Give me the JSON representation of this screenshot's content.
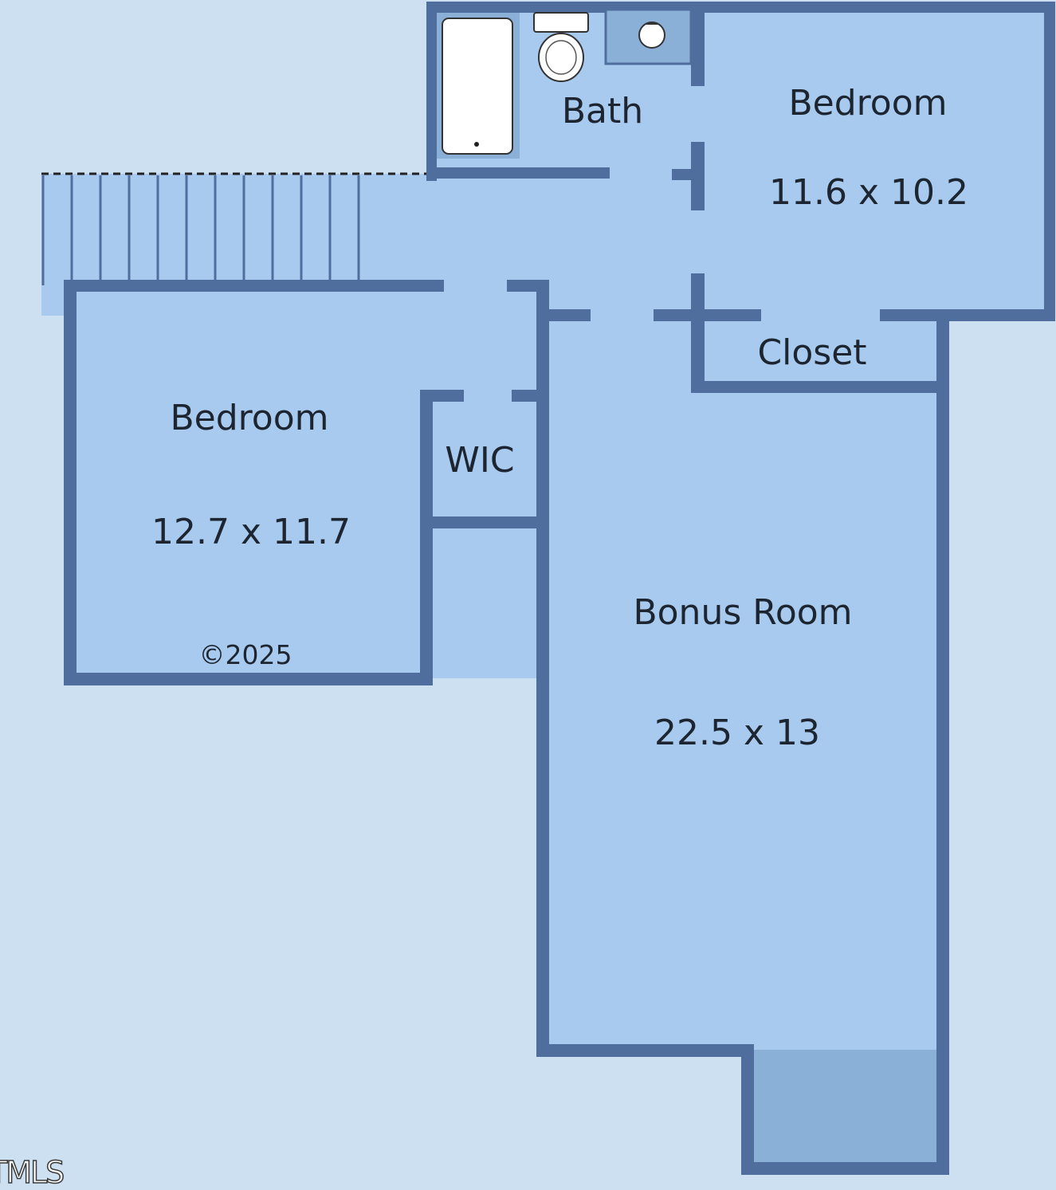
{
  "colors": {
    "background": "#cde0f1",
    "room_fill": "#a8caee",
    "wall": "#506e9d",
    "bump_out_fill": "#8ab0d8",
    "text": "#1d2530"
  },
  "rooms": {
    "bath": {
      "name": "Bath"
    },
    "bedroom_upper": {
      "name": "Bedroom",
      "dimensions": "11.6 x 10.2"
    },
    "bedroom_left": {
      "name": "Bedroom",
      "dimensions": "12.7 x 11.7"
    },
    "closet": {
      "name": "Closet"
    },
    "wic": {
      "name": "WIC"
    },
    "bonus_room": {
      "name": "Bonus Room",
      "dimensions": "22.5 x 13"
    }
  },
  "copyright": "©2025",
  "watermark": "TMLS",
  "icons": [
    "bathtub-icon",
    "toilet-icon",
    "sink-icon",
    "stairs-icon"
  ]
}
